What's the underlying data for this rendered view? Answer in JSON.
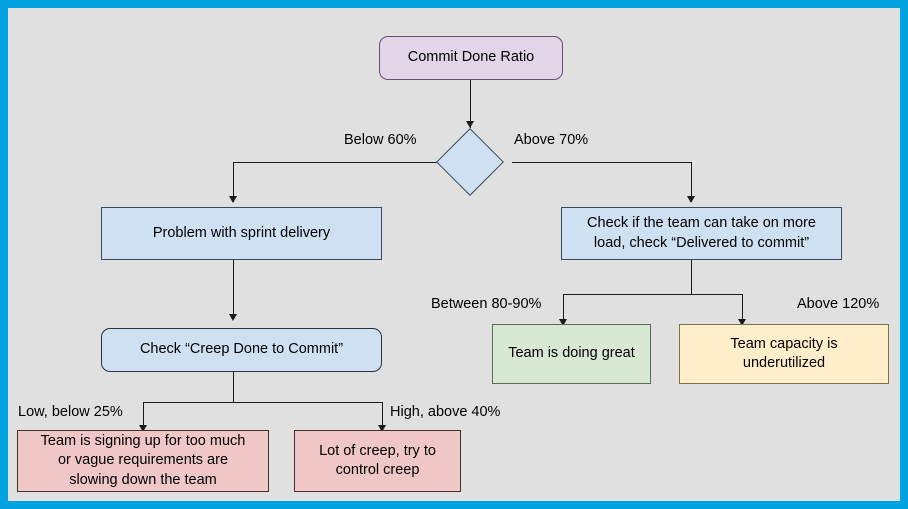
{
  "diagram": {
    "type": "flowchart",
    "title": "Commit Done Ratio decision flowchart",
    "background_color": "#e0e0e0",
    "border_color": "#00a2e0",
    "nodes": {
      "root": {
        "label": "Commit Done Ratio",
        "shape": "rounded-rectangle",
        "fill": "#e1d5e7"
      },
      "decision": {
        "label": "",
        "shape": "diamond",
        "fill": "#cee0f2"
      },
      "problem_sprint": {
        "label": "Problem with sprint delivery",
        "shape": "rectangle",
        "fill": "#cee0f2"
      },
      "check_more_load": {
        "line1": "Check if the team can take on more",
        "line2": "load, check “Delivered to commit”",
        "shape": "rectangle",
        "fill": "#cee0f2"
      },
      "check_creep": {
        "label": "Check “Creep Done to Commit”",
        "shape": "rounded-rectangle",
        "fill": "#cee0f2"
      },
      "doing_great": {
        "label": "Team is doing great",
        "shape": "rectangle",
        "fill": "#d7e8d3"
      },
      "underutilized": {
        "line1": "Team capacity is",
        "line2": "underutilized",
        "shape": "rectangle",
        "fill": "#ffeec9"
      },
      "signing_up_too_much": {
        "line1": "Team is signing up for too much",
        "line2": "or vague requirements are",
        "line3": "slowing down the team",
        "shape": "rectangle",
        "fill": "#f0c7c7"
      },
      "lot_of_creep": {
        "line1": "Lot of creep, try to",
        "line2": "control creep",
        "shape": "rectangle",
        "fill": "#f0c7c7"
      }
    },
    "edge_labels": {
      "below_60": "Below 60%",
      "above_70": "Above 70%",
      "between_80_90": "Between 80-90%",
      "above_120": "Above 120%",
      "low_below_25": "Low, below 25%",
      "high_above_40": "High, above 40%"
    }
  }
}
